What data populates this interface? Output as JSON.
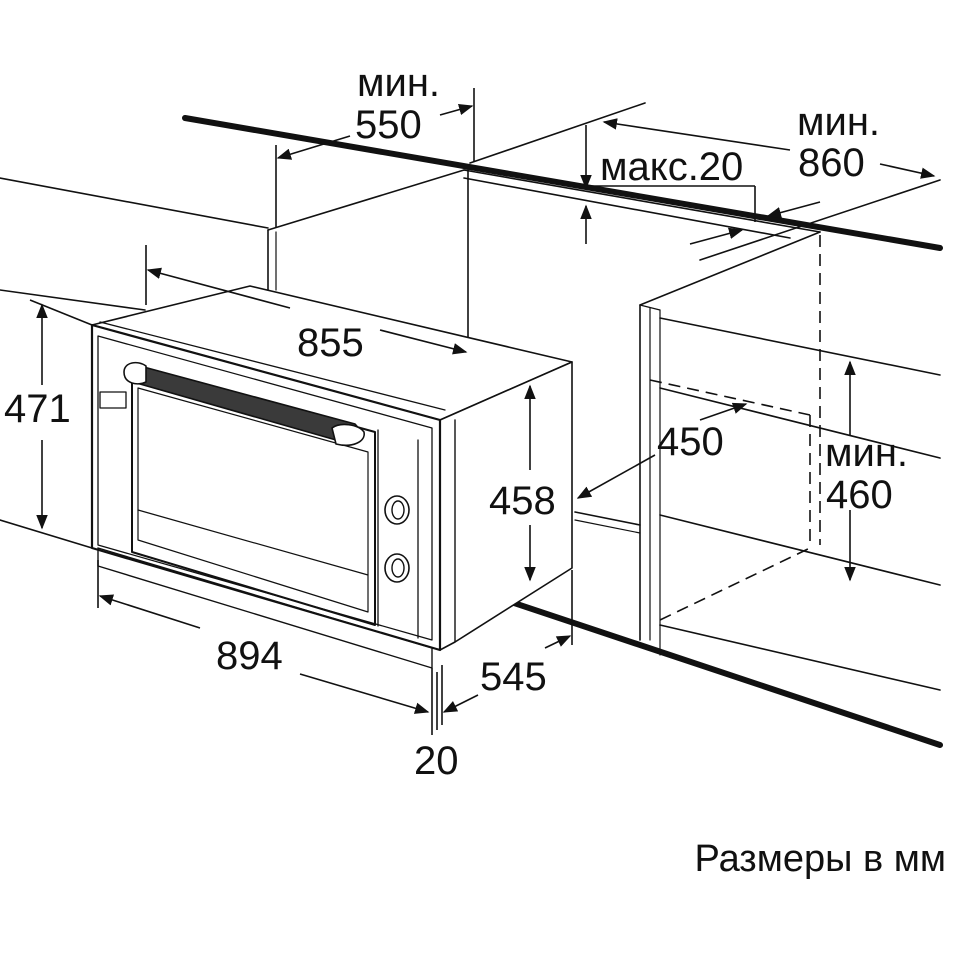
{
  "colors": {
    "ink": "#111111",
    "background": "#ffffff",
    "handle": "#3a3a3a"
  },
  "labels": {
    "min_550_word": "мин.",
    "min_550_value": "550",
    "min_860_word": "мин.",
    "min_860_value": "860",
    "max_20": "макс.20",
    "width_855": "855",
    "height_471": "471",
    "depth_450": "450",
    "min_460_word": "мин.",
    "min_460_value": "460",
    "height_458": "458",
    "width_894": "894",
    "depth_545": "545",
    "offset_20": "20"
  },
  "caption": "Размеры в мм"
}
